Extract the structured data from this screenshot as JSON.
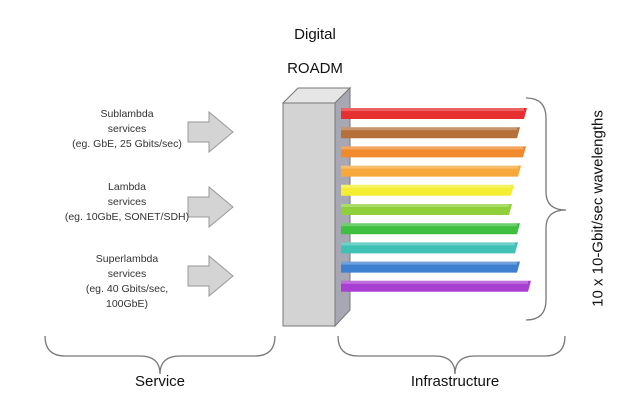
{
  "title_line1": "Digital",
  "title_line2": "ROADM",
  "services": [
    {
      "name": "Sublambda",
      "sub": "services",
      "example": "(eg. GbE, 25 Gbits/sec)"
    },
    {
      "name": "Lambda",
      "sub": "services",
      "example": "(eg. 10GbE, SONET/SDH)"
    },
    {
      "name": "Superlambda",
      "sub": "services",
      "example": "(eg. 40 Gbits/sec,",
      "example2": "100GbE)"
    }
  ],
  "wavelength_label": "10 x 10-Gbit/sec wavelengths",
  "service_label": "Service",
  "infrastructure_label": "Infrastructure",
  "colors": {
    "box_front": "#d3d3d3",
    "box_side": "#a8a8b4",
    "arrow": "#d4d4d4",
    "bands": [
      "#e5302f",
      "#b5703a",
      "#f08a2c",
      "#f7a83a",
      "#f4ee32",
      "#8fcf3a",
      "#3fbf3f",
      "#3fc2b4",
      "#3f7fd0",
      "#a93fd2"
    ]
  }
}
